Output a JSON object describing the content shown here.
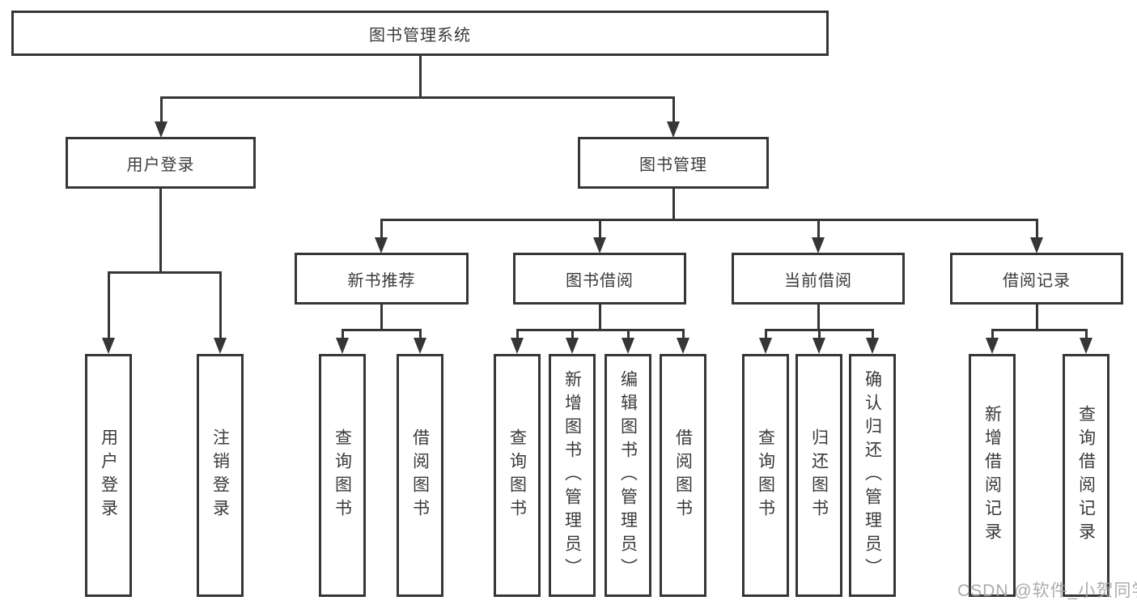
{
  "tree": {
    "root": "图书管理系统",
    "children": [
      {
        "label": "用户登录",
        "children": [
          "用户登录",
          "注销登录"
        ]
      },
      {
        "label": "图书管理",
        "children": [
          {
            "label": "新书推荐",
            "children": [
              "查询图书",
              "借阅图书"
            ]
          },
          {
            "label": "图书借阅",
            "children": [
              "查询图书",
              "新增图书（管理员）",
              "编辑图书（管理员）",
              "借阅图书"
            ]
          },
          {
            "label": "当前借阅",
            "children": [
              "查询图书",
              "归还图书",
              "确认归还（管理员）"
            ]
          },
          {
            "label": "借阅记录",
            "children": [
              "新增借阅记录",
              "查询借阅记录"
            ]
          }
        ]
      }
    ]
  },
  "watermark": {
    "text": "CSDN @软件_小贺同学"
  },
  "colors": {
    "line": "#363636",
    "node_text": "#3a3a3a",
    "background": "#ffffff",
    "watermark_text": "#a4a1a1"
  }
}
